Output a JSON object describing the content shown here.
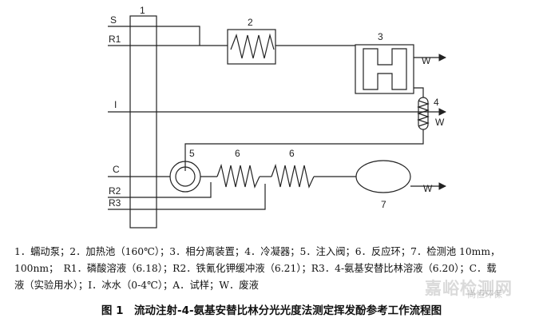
{
  "diagram": {
    "component_numbers": [
      "1",
      "2",
      "3",
      "4",
      "5",
      "6",
      "6",
      "7"
    ],
    "line_labels": {
      "s": "S",
      "r1": "R1",
      "i": "I",
      "c": "C",
      "r2": "R2",
      "r3": "R3"
    },
    "outlet_labels": [
      "W",
      "W",
      "W"
    ]
  },
  "legend": {
    "line1": "1．蠕动泵；2．加热池（160℃）；3．相分离装置；4．冷凝器；5．注入阀；6．反应环；7．检测池 10mm，",
    "line2": "100nm；　R1．磷酸溶液（6.18）；R2．铁氰化钾缓冲液（6.21）；R3．4-氨基安替比林溶液（6.20）；C．载",
    "line3": "液（实验用水）；I．冰水（0-4℃）；A．试样；W．废液"
  },
  "caption": "图 1　流动注射-4-氨基安替比林分光光度法测定挥发酚参考工作流程图",
  "watermark": {
    "main": "嘉峪检测网",
    "sub": "尚恒环保"
  }
}
